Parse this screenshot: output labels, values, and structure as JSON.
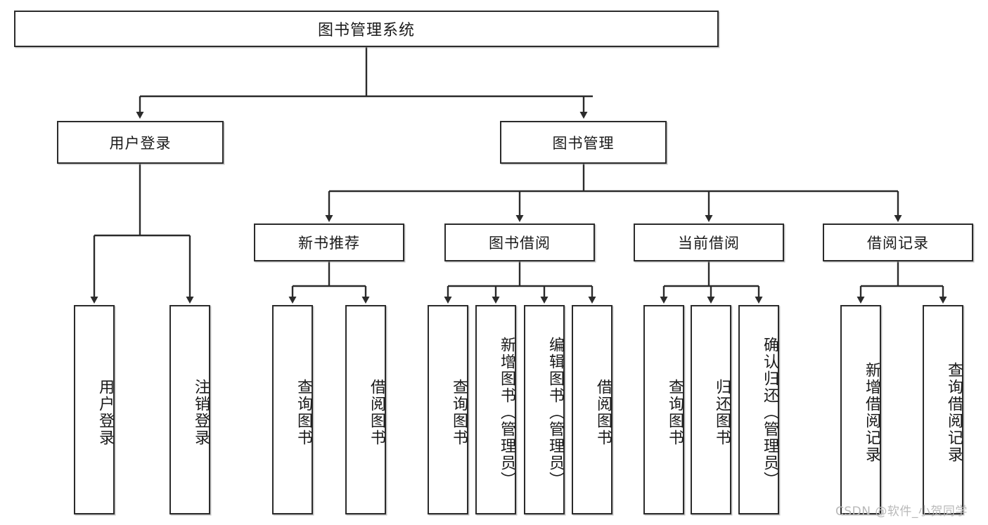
{
  "diagram": {
    "type": "tree-hierarchy",
    "title": "图书管理系统",
    "watermark": "CSDN @软件_小贺同学",
    "accent_color": "#2b2b2b",
    "background_color": "#ffffff",
    "root": {
      "label": "图书管理系统"
    },
    "level2": [
      {
        "label": "用户登录"
      },
      {
        "label": "图书管理"
      }
    ],
    "level3": [
      {
        "label": "新书推荐"
      },
      {
        "label": "图书借阅"
      },
      {
        "label": "当前借阅"
      },
      {
        "label": "借阅记录"
      }
    ],
    "leaves": {
      "user_login": [
        {
          "label": "用户登录"
        },
        {
          "label": "注销登录"
        }
      ],
      "new_book_recommend": [
        {
          "label": "查询图书"
        },
        {
          "label": "借阅图书"
        }
      ],
      "book_borrow": [
        {
          "label": "查询图书"
        },
        {
          "label": "新增图书（管理员）"
        },
        {
          "label": "编辑图书（管理员）"
        },
        {
          "label": "借阅图书"
        }
      ],
      "current_borrow": [
        {
          "label": "查询图书"
        },
        {
          "label": "归还图书"
        },
        {
          "label": "确认归还（管理员）"
        }
      ],
      "borrow_record": [
        {
          "label": "新增借阅记录"
        },
        {
          "label": "查询借阅记录"
        }
      ]
    }
  }
}
